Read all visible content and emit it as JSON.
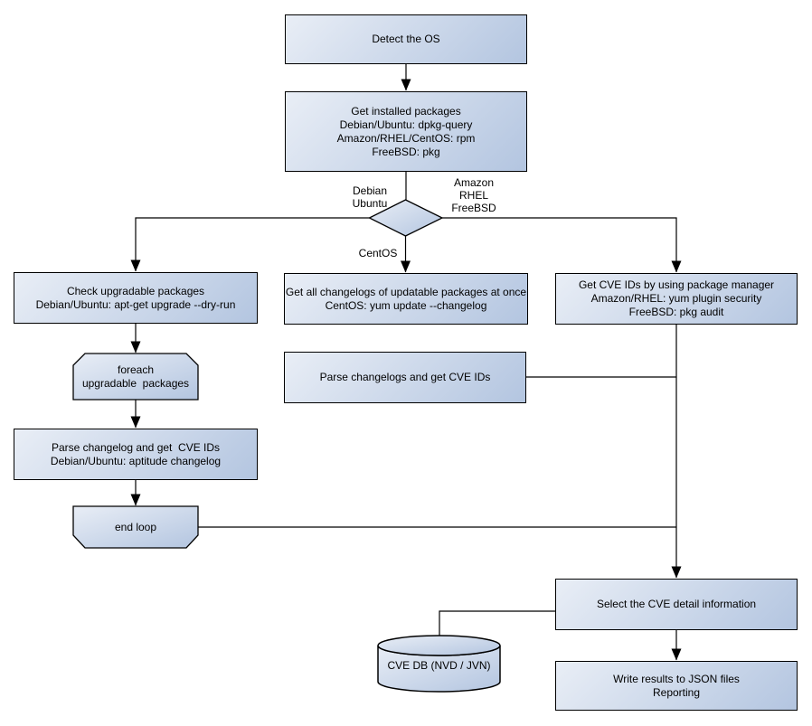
{
  "colors": {
    "background": "#ffffff",
    "node_fill_light": "#e9eef6",
    "node_fill_dark": "#b3c5e0",
    "node_border": "#000000",
    "line_color": "#000000",
    "text_color": "#000000"
  },
  "nodes": {
    "detect_os": "Detect the OS",
    "get_installed_packages": "Get installed packages\nDebian/Ubuntu: dpkg-query\nAmazon/RHEL/CentOS: rpm\nFreeBSD: pkg",
    "check_upgradable_packages": "Check upgradable packages\nDebian/Ubuntu: apt-get upgrade --dry-run",
    "foreach_loop": "foreach\nupgradable  packages",
    "parse_changelog_debian": "Parse changelog and get  CVE IDs\nDebian/Ubuntu: aptitude changelog",
    "end_loop": "end loop",
    "get_all_changelogs": "Get all changelogs of updatable packages at once\nCentOS: yum update --changelog",
    "parse_changelogs_centos": "Parse changelogs and get CVE IDs",
    "get_cve_ids_pkg_manager": "Get CVE IDs by using package manager\nAmazon/RHEL: yum plugin security\nFreeBSD: pkg audit",
    "select_cve_detail": "Select the CVE detail information",
    "write_results": "Write results to JSON files\nReporting",
    "cve_db": "CVE DB (NVD / JVN)"
  },
  "edge_labels": {
    "left_branch": "Debian\nUbuntu",
    "right_branch": "Amazon\nRHEL\nFreeBSD",
    "middle_branch": "CentOS"
  }
}
